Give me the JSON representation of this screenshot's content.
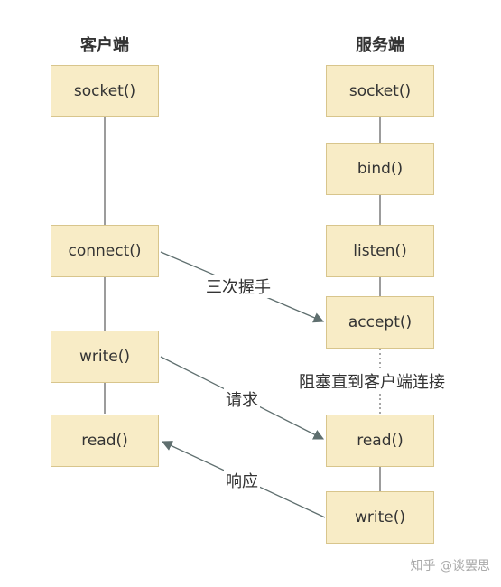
{
  "client": {
    "header": "客户端",
    "socket": "socket()",
    "connect": "connect()",
    "write": "write()",
    "read": "read()"
  },
  "server": {
    "header": "服务端",
    "socket": "socket()",
    "bind": "bind()",
    "listen": "listen()",
    "accept": "accept()",
    "read": "read()",
    "write": "write()"
  },
  "labels": {
    "handshake": "三次握手",
    "blocking": "阻塞直到客户端连接",
    "request": "请求",
    "response": "响应"
  },
  "watermark": "知乎 @谈罢思"
}
